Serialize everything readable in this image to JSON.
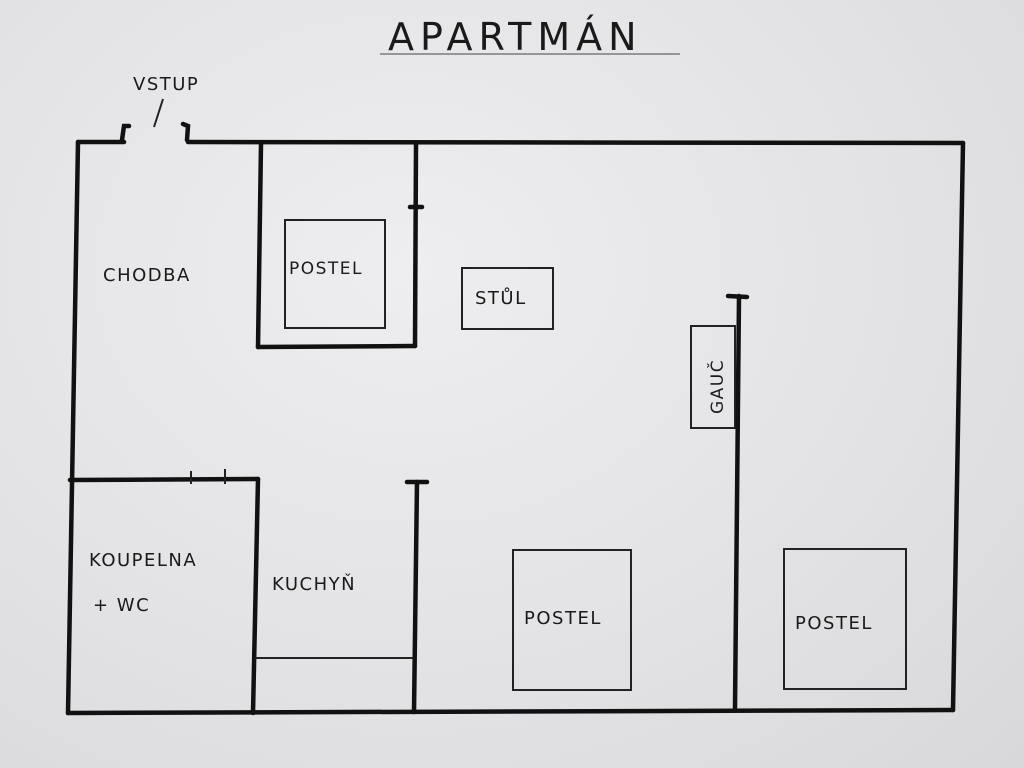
{
  "title": "APARTMÁN",
  "labels": {
    "entrance": "VSTUP",
    "hallway": "CHODBA",
    "bed_top": "POSTEL",
    "table": "STŮL",
    "sofa": "GAUČ",
    "bathroom_line1": "KOUPELNA",
    "bathroom_line2": "+ WC",
    "kitchen": "KUCHYŇ",
    "bed_bottom_middle": "POSTEL",
    "bed_bottom_right": "POSTEL"
  },
  "colors": {
    "paper": "#e4e4e6",
    "ink": "#111111"
  }
}
